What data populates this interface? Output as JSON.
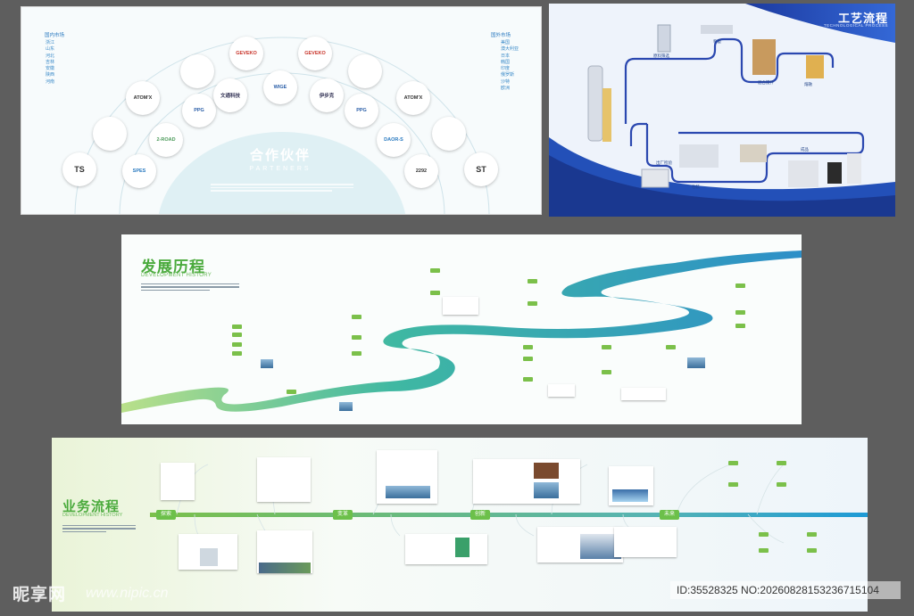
{
  "partners": {
    "title": "合作伙伴",
    "subtitle": "PARTENERS",
    "domestic_header": "国内市场",
    "domestic_items": [
      "浙江",
      "山东",
      "河北",
      "吉林",
      "安徽",
      "陕西",
      "河南"
    ],
    "overseas_header": "国外市场",
    "overseas_items": [
      "美国",
      "澳大利亚",
      "日本",
      "韩国",
      "印度",
      "俄罗斯",
      "沙特",
      "欧洲"
    ],
    "logos": [
      "GEVEKO",
      "GEVEKO",
      "ATOM'X",
      "ATOM'X",
      "PPG",
      "PPG",
      "2-ROAD",
      "DAOR-S",
      "SPES",
      "2292",
      "TS",
      "ST",
      "文通科技",
      "伊步克",
      "WIGE"
    ]
  },
  "process": {
    "title": "工艺流程",
    "subtitle": "TECHNOLOGICAL PROCESS",
    "labels": [
      "原料筛选",
      "称量",
      "混合搅拌",
      "熔融",
      "包装",
      "出厂检验",
      "成品"
    ]
  },
  "history": {
    "title": "发展历程",
    "subtitle": "DEVELOPMENT HISTORY"
  },
  "business": {
    "title": "业务流程",
    "subtitle": "DEVELOPMENT HISTORY",
    "stages": [
      "探索",
      "变革",
      "创新",
      "未来"
    ]
  },
  "watermark": {
    "site": "昵享网",
    "url": "www.nipic.cn",
    "id_text": "ID:35528325 NO:20260828153236715104"
  },
  "colors": {
    "background": "#5e5e5e",
    "green_accent": "#4aaa3c",
    "blue_accent": "#1f3b9c",
    "river_teal": "#3db3a0"
  }
}
